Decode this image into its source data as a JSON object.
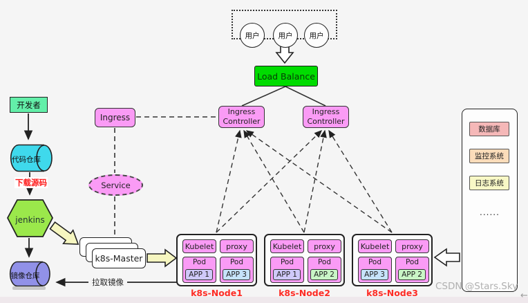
{
  "users": {
    "labels": [
      "用户",
      "用户",
      "用户"
    ]
  },
  "load_balance": {
    "label": "Load Balance",
    "color": "#00dc00"
  },
  "ingress": {
    "label": "Ingress"
  },
  "ingress_controller_left": {
    "label": "Ingress Controller"
  },
  "ingress_controller_right": {
    "label": "Ingress Controller"
  },
  "service": {
    "label": "Service"
  },
  "master": {
    "label": "k8s-Master"
  },
  "pipeline": {
    "developer": "开发者",
    "code_repo": "代码仓库",
    "download_source": "下载源码",
    "jenkins": "jenkins",
    "image_repo": "镜像仓库",
    "pull_image": "拉取镜像"
  },
  "nodes": [
    {
      "name": "k8s-Node1",
      "kubelet": "Kubelet",
      "proxy": "proxy",
      "pods": [
        {
          "label": "Pod",
          "app": "APP 1",
          "app_color": "#cfc9f9"
        },
        {
          "label": "Pod",
          "app": "APP 3",
          "app_color": "#c6e3fa"
        }
      ]
    },
    {
      "name": "k8s-Node2",
      "kubelet": "Kubelet",
      "proxy": "proxy",
      "pods": [
        {
          "label": "Pod",
          "app": "APP 1",
          "app_color": "#cfc9f9"
        },
        {
          "label": "Pod",
          "app": "APP 2",
          "app_color": "#c9f5c6"
        }
      ]
    },
    {
      "name": "k8s-Node3",
      "kubelet": "Kubelet",
      "proxy": "proxy",
      "pods": [
        {
          "label": "Pod",
          "app": "APP 3",
          "app_color": "#c6e3fa"
        },
        {
          "label": "Pod",
          "app": "APP 2",
          "app_color": "#c9f5c6"
        }
      ]
    }
  ],
  "external_systems": {
    "items": [
      {
        "label": "数据库",
        "color": "#f5b8b8"
      },
      {
        "label": "监控系统",
        "color": "#fbdcba"
      },
      {
        "label": "日志系统",
        "color": "#f8f8c6"
      }
    ],
    "more": "......"
  },
  "watermark": {
    "text": "CSDN @Stars.Sky",
    "glyph": "←"
  },
  "colors": {
    "pink_box": "#fa9bf5",
    "node_label_red": "#fe2c25",
    "dev_green": "#63efa9",
    "code_repo_cyan": "#3fd9ec",
    "jenkins_green": "#9be84b",
    "image_repo_purple": "#9191e8",
    "yellow_arrow": "#f6f6c0"
  }
}
